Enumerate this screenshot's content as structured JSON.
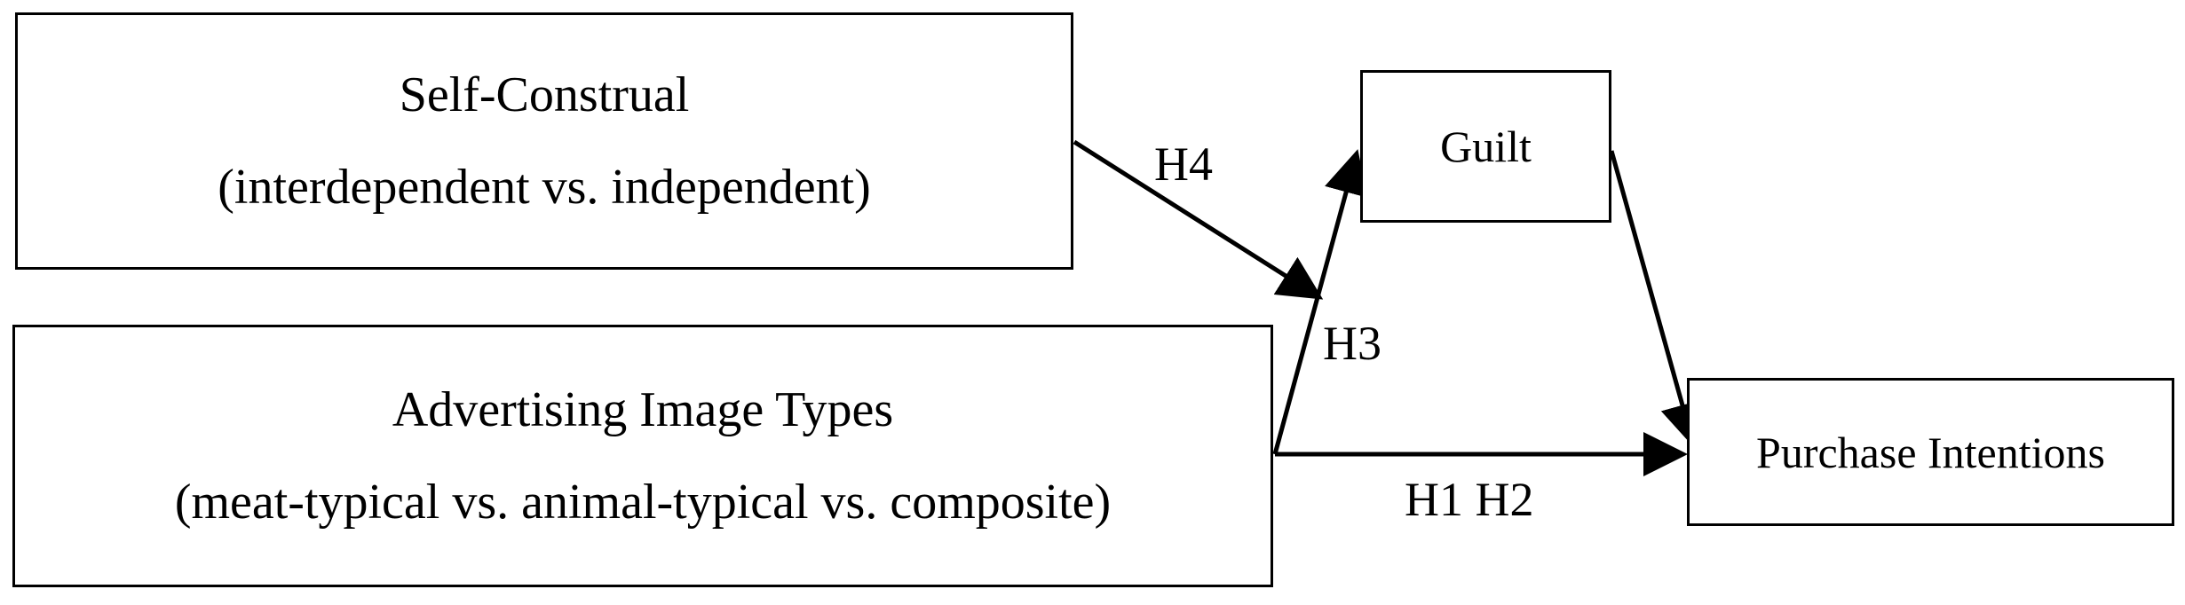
{
  "nodes": {
    "self_construal": {
      "title": "Self-Construal",
      "subtitle": "(interdependent vs. independent)"
    },
    "advertising_image_types": {
      "title": "Advertising Image Types",
      "subtitle": "(meat-typical vs. animal-typical vs. composite)"
    },
    "guilt": {
      "title": "Guilt"
    },
    "purchase_intentions": {
      "title": "Purchase Intentions"
    }
  },
  "edges": {
    "self_to_path": {
      "label": "H4"
    },
    "ad_to_guilt": {
      "label": "H3"
    },
    "ad_to_purchase": {
      "label": "H1 H2"
    },
    "guilt_to_purchase": {
      "label": ""
    }
  },
  "colors": {
    "stroke": "#000000",
    "background": "#ffffff"
  }
}
